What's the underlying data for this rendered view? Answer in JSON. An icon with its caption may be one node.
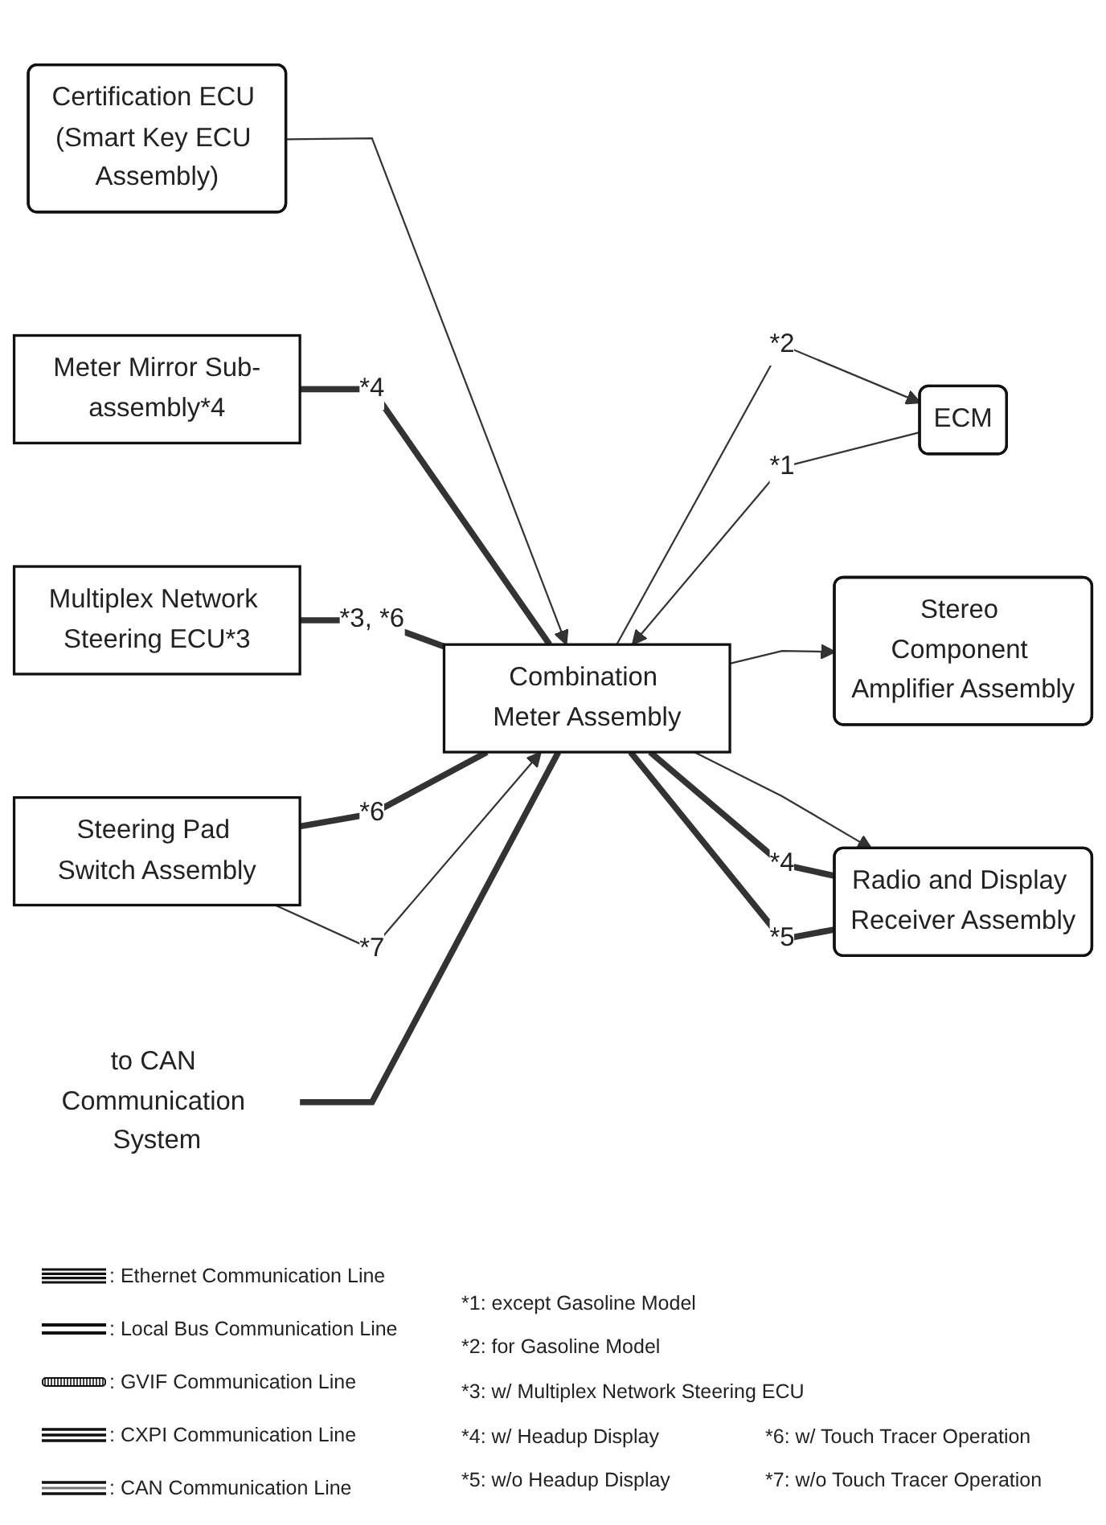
{
  "diagram": {
    "nodes": [
      {
        "text": [
          "Certification ECU (Smart Key ECU Assembly)"
        ]
      },
      {
        "text": [
          "ECM"
        ]
      },
      {
        "text": [
          "Stereo Component Amplifier Assembly"
        ]
      },
      {
        "text": [
          "Meter Mirror Sub-assembly*4"
        ]
      },
      {
        "text": [
          "Multiplex Network Steering ECU*3"
        ]
      },
      {
        "text": [
          "Steering Pad Switch Assembly"
        ]
      },
      {
        "text": [
          "Radio and Display Receiver Assembly"
        ]
      },
      {
        "text": [
          "to CAN Communication System"
        ]
      },
      {
        "text": [
          "Combination Meter Assembly"
        ]
      }
    ],
    "edges": [
      {
        "from": 0,
        "to": 8,
        "arrow": "to"
      },
      {
        "from": 1,
        "to": 8,
        "arrow": "to",
        "label": "*1"
      },
      {
        "from": 8,
        "to": 1,
        "arrow": "to",
        "label": "*2"
      },
      {
        "from": 8,
        "to": 2,
        "arrow": "to"
      },
      {
        "from": 3,
        "to": 8,
        "arrow": "none",
        "label": "*4",
        "style": "thick"
      },
      {
        "from": 4,
        "to": 8,
        "arrow": "none",
        "label": "*3, *6",
        "style": "thick"
      },
      {
        "from": 5,
        "to": 8,
        "arrow": "none",
        "label": "*6",
        "style": "thick"
      },
      {
        "from": 5,
        "to": 8,
        "arrow": "to",
        "label": "*7"
      },
      {
        "from": 8,
        "to": 6,
        "arrow": "to"
      },
      {
        "from": 6,
        "to": 8,
        "arrow": "none",
        "label": "*4",
        "style": "thick"
      },
      {
        "from": 6,
        "to": 8,
        "arrow": "none",
        "label": "*5",
        "style": "thick"
      },
      {
        "from": 7,
        "to": 8,
        "arrow": "none",
        "style": "thick"
      }
    ],
    "labels": [
      "*1: except Gasoline Model",
      "*2: for Gasoline Model",
      "*3: w/ Multiplex Network Steering ECU",
      "*4: w/ Headup Display",
      "*6: w/ Touch Tracer Operation",
      "*5: w/o Headup Display",
      "*7: w/o Touch Tracer Operation"
    ],
    "legend": [
      {
        "text": ": Ethernet Communication Line"
      },
      {
        "text": ": Local Bus Communication Line"
      },
      {
        "text": ": GVIF Communication Line"
      },
      {
        "text": ": CXPI Communication Line"
      },
      {
        "text": ": CAN Communication Line"
      }
    ]
  }
}
